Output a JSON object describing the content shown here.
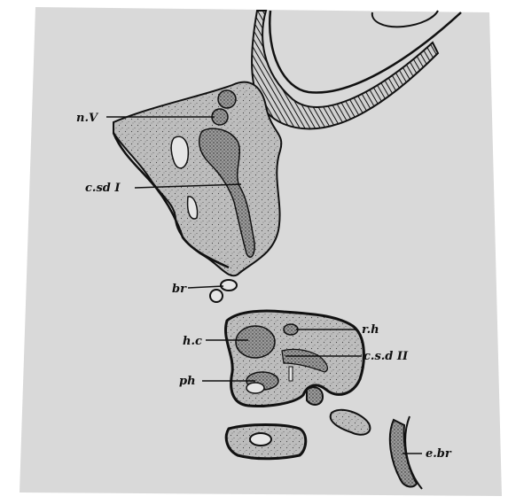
{
  "colors": {
    "paper": "#d9d9d9",
    "tissue": "#bcbcbc",
    "ink": "#111111",
    "edge": "#ffffff"
  },
  "labels": {
    "nV": "n.V",
    "csd1": "c.sd I",
    "br": "br",
    "hc": "h.c",
    "ph": "ph",
    "rh": "r.h",
    "csd2": "c.s.d II",
    "ebr": "e.br"
  }
}
